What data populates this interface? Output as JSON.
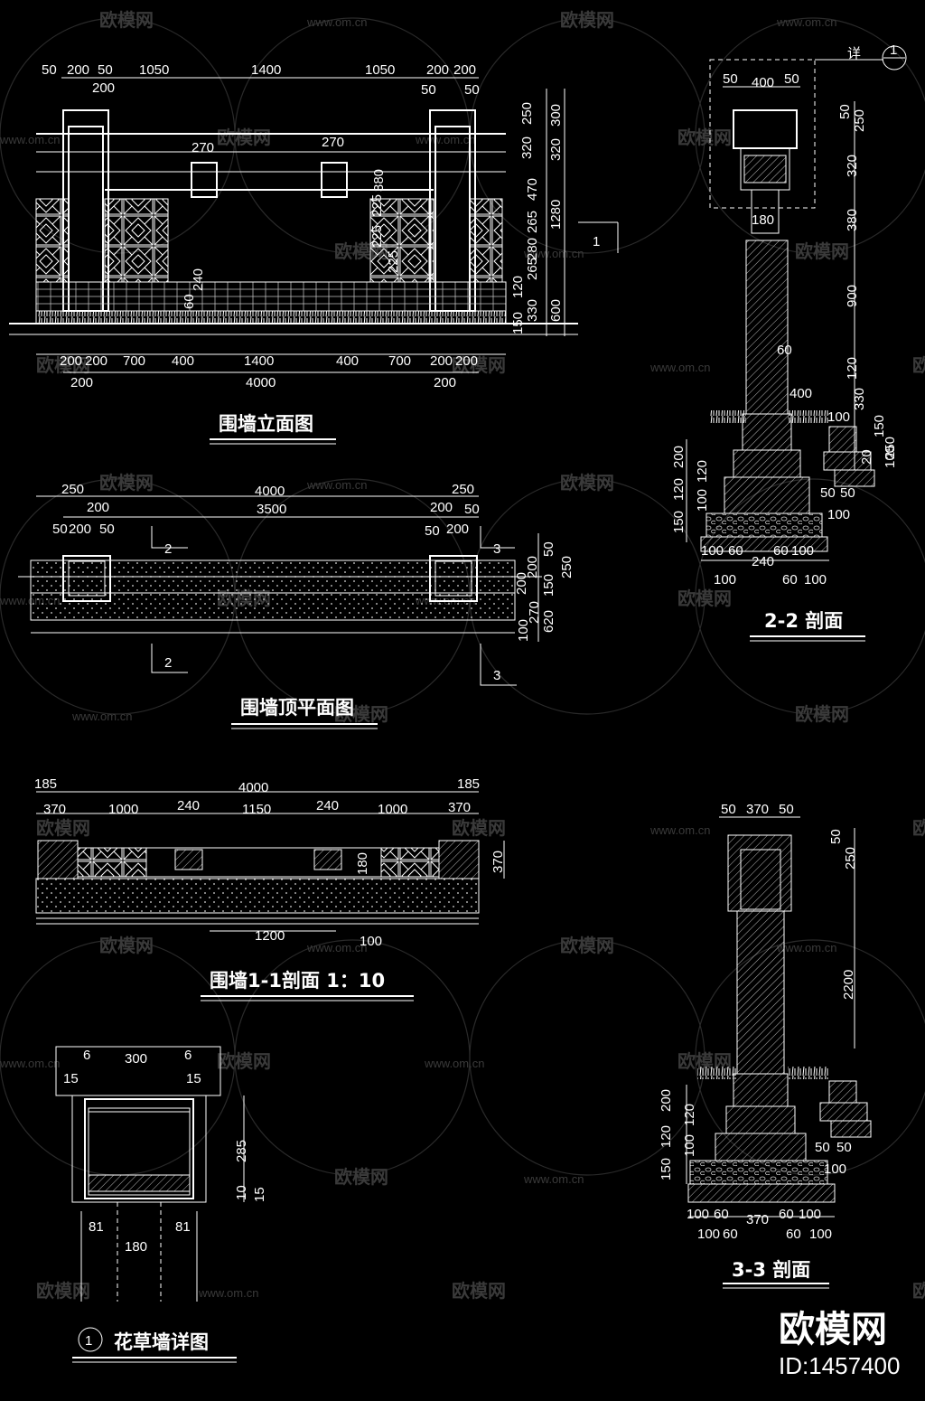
{
  "watermark": {
    "brand": "欧模网",
    "url": "www.om.cn"
  },
  "brand_box": {
    "name": "欧模网",
    "id": "ID:1457400"
  },
  "views": {
    "elevation": {
      "title": "围墙立面图",
      "top_dims": [
        "50",
        "200",
        "50",
        "1050",
        "1400",
        "1050",
        "200",
        "200"
      ],
      "top_sub": [
        "200",
        "50",
        "50"
      ],
      "window_labels": [
        "270",
        "270"
      ],
      "right_dims": [
        "250",
        "320",
        "470",
        "265",
        "280",
        "265",
        "120",
        "330",
        "150"
      ],
      "right_totals": [
        "300",
        "320",
        "1280",
        "600"
      ],
      "inner_labels": [
        "380",
        "225",
        "225",
        "240",
        "60",
        "225"
      ],
      "bottom_dims": [
        "200",
        "200",
        "700",
        "400",
        "1400",
        "400",
        "700",
        "200",
        "200"
      ],
      "bottom_sub": [
        "200",
        "4000",
        "200"
      ],
      "section_mark": "1"
    },
    "plan": {
      "title": "围墙顶平面图",
      "top_dims": [
        "250",
        "4000",
        "250"
      ],
      "mid_dims": [
        "200",
        "3500",
        "200",
        "50"
      ],
      "sub_dims": [
        "50",
        "200",
        "50",
        "50",
        "200"
      ],
      "right_dims": [
        "50",
        "200",
        "250",
        "200",
        "150",
        "270",
        "620",
        "100"
      ],
      "cut_marks": [
        "2",
        "3",
        "2",
        "3"
      ]
    },
    "section11": {
      "title": "围墙1-1剖面  1：10",
      "top_dims": [
        "185",
        "4000",
        "185"
      ],
      "mid_dims": [
        "370",
        "1000",
        "240",
        "1150",
        "240",
        "1000",
        "370"
      ],
      "right_dims": [
        "180",
        "370"
      ],
      "bottom_dims": [
        "1200",
        "100"
      ]
    },
    "detail1": {
      "title": "花草墙详图",
      "marker": "1",
      "top_dims": [
        "6",
        "300",
        "6"
      ],
      "side_dims": [
        "15",
        "15"
      ],
      "right_dims": [
        "285",
        "10",
        "15"
      ],
      "bottom_dims": [
        "81",
        "81",
        "180"
      ]
    },
    "section22": {
      "title": "2-2 剖面",
      "detail_ref": "详",
      "detail_marker": "1",
      "top_dims": [
        "50",
        "400",
        "50"
      ],
      "right_dims": [
        "50",
        "250",
        "320",
        "380",
        "900",
        "120",
        "330",
        "150",
        "20",
        "250",
        "100"
      ],
      "inner_labels": [
        "180",
        "60",
        "400",
        "100"
      ],
      "left_dims": [
        "200",
        "120",
        "120",
        "100",
        "150"
      ],
      "step_dims": [
        "50",
        "50",
        "100"
      ],
      "bottom_dims": [
        "100",
        "60",
        "240",
        "60",
        "100"
      ],
      "bottom_sub": [
        "100",
        "60",
        "100"
      ]
    },
    "section33": {
      "title": "3-3 剖面",
      "top_dims": [
        "50",
        "370",
        "50"
      ],
      "right_dims": [
        "50",
        "250",
        "2200"
      ],
      "left_dims": [
        "200",
        "120",
        "120",
        "100",
        "150"
      ],
      "step_dims": [
        "50",
        "50",
        "100"
      ],
      "bottom_dims": [
        "100",
        "60",
        "370",
        "60",
        "100"
      ],
      "bottom_sub": [
        "100",
        "60",
        "60",
        "100"
      ]
    }
  }
}
